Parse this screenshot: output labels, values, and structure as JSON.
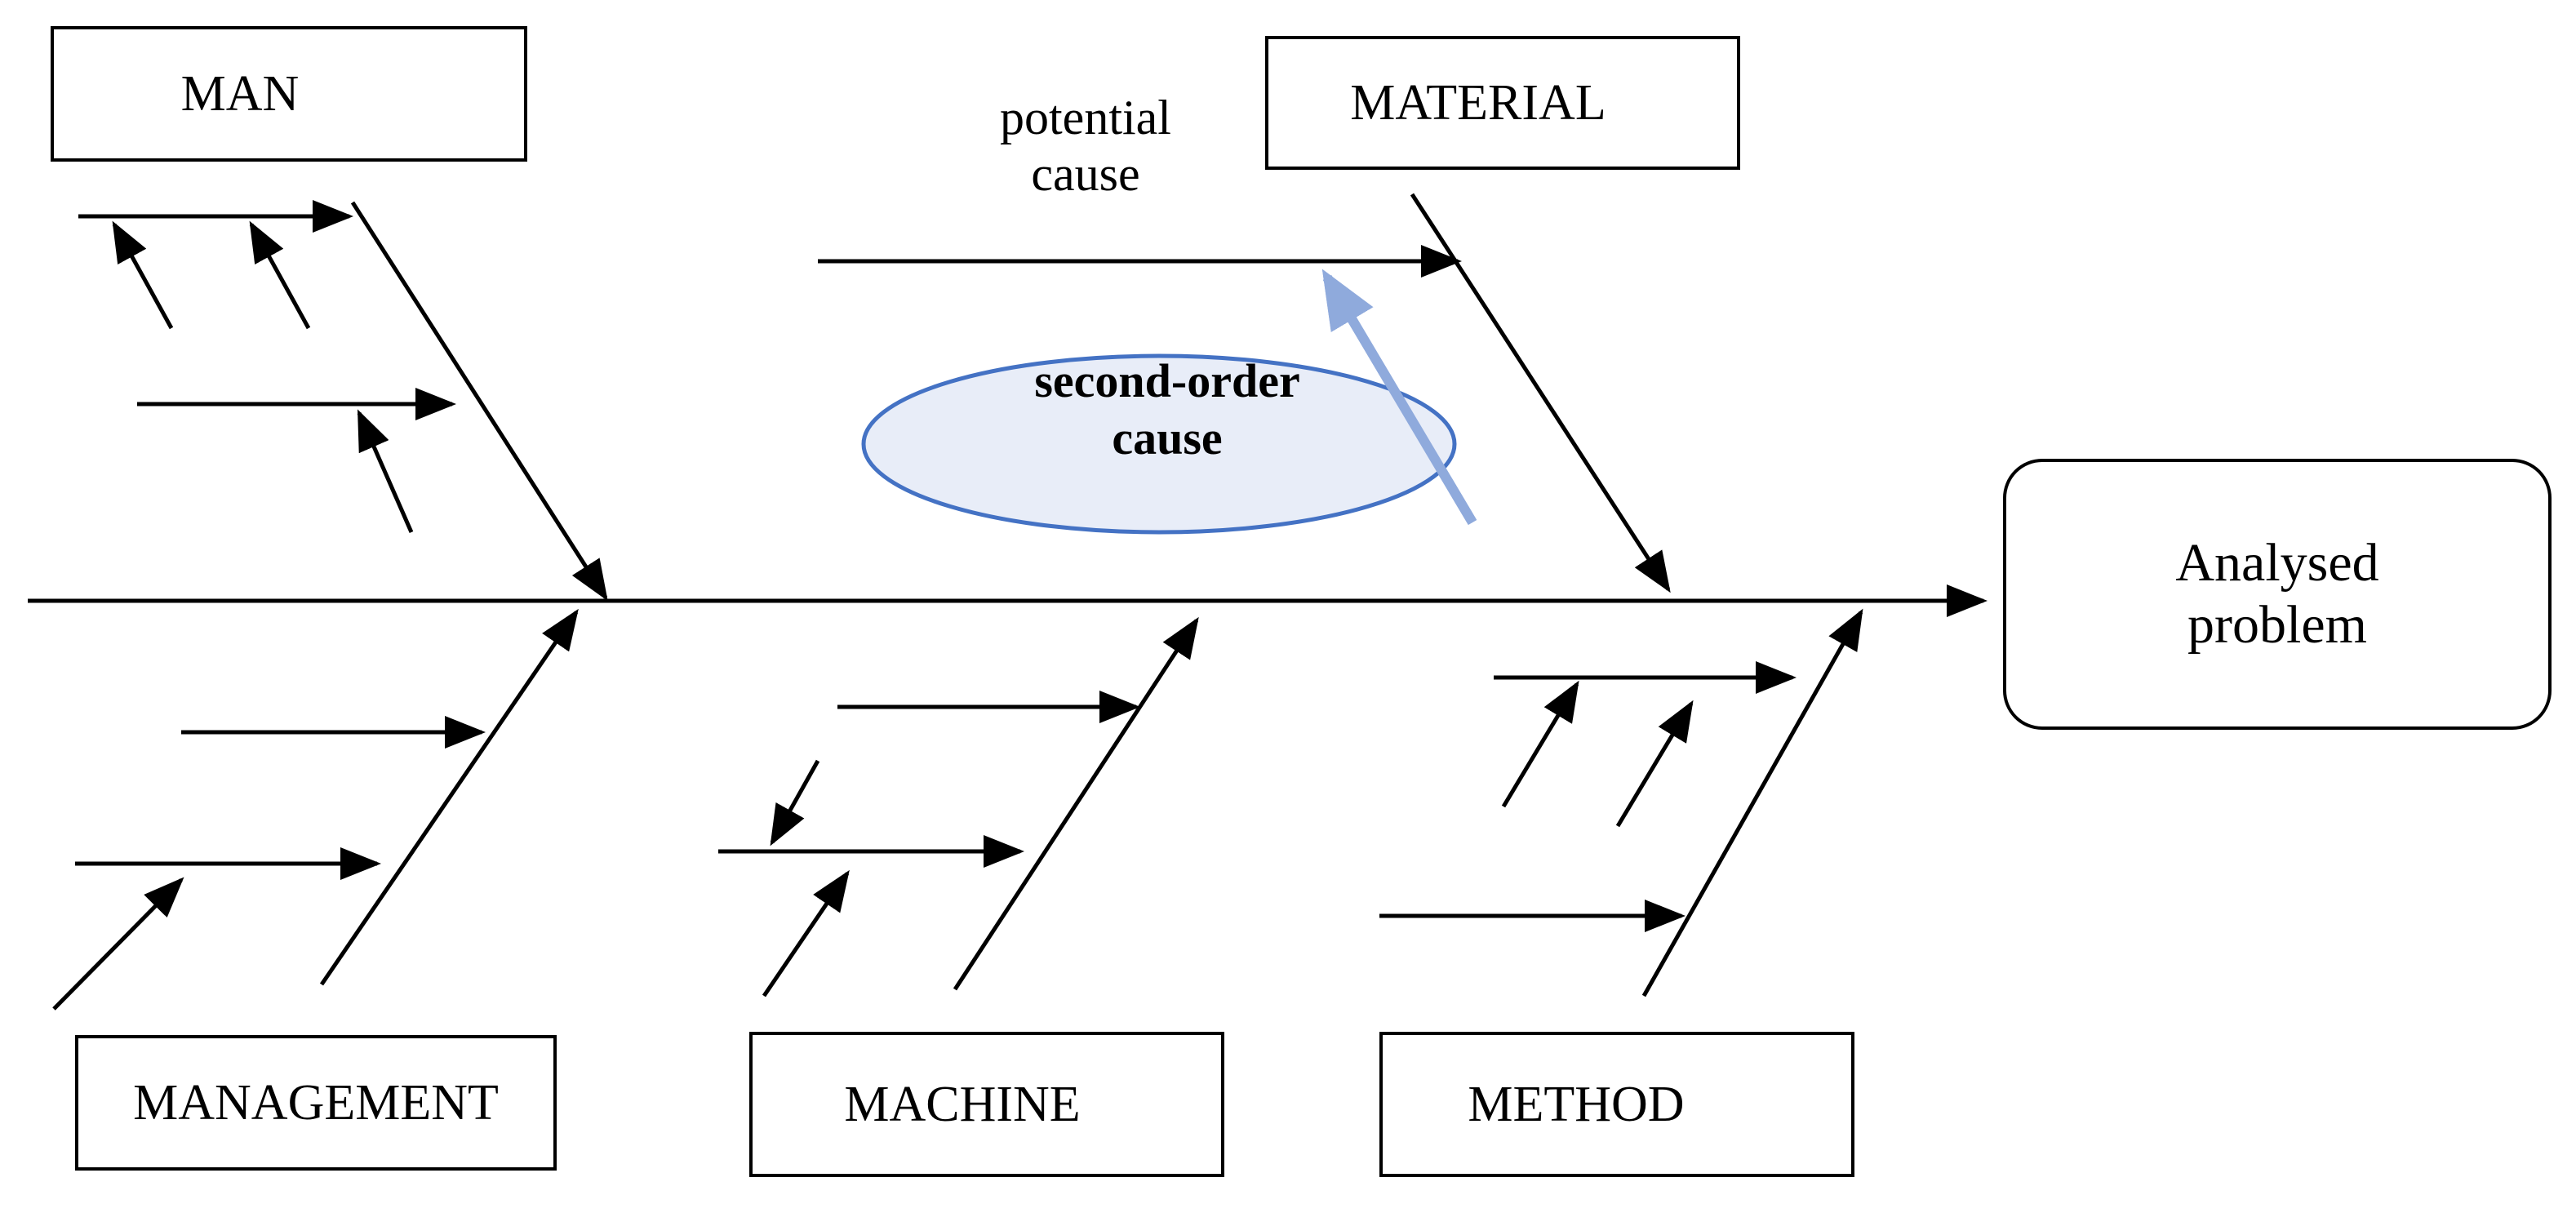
{
  "categories": {
    "man": "MAN",
    "material": "MATERIAL",
    "management": "MANAGEMENT",
    "machine": "MACHINE",
    "method": "METHOD"
  },
  "problem": {
    "line1": "Analysed",
    "line2": "problem"
  },
  "potential_cause": {
    "line1": "potential",
    "line2": "cause"
  },
  "second_order_cause": {
    "line1": "second-order",
    "line2": "cause"
  },
  "colors": {
    "line": "#000000",
    "ellipse_fill": "#e8edf8",
    "ellipse_stroke": "#4472c4",
    "highlight_arrow": "#8faadc"
  }
}
